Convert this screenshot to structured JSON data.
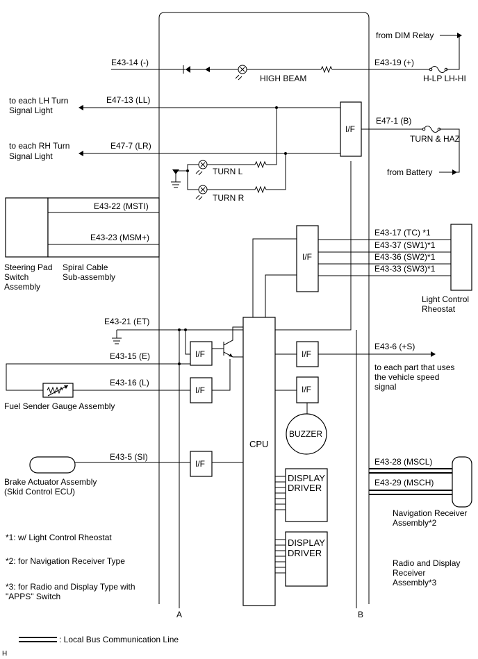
{
  "pins": {
    "e43_14": "E43-14 (-)",
    "e43_19": "E43-19 (+)",
    "e47_13": "E47-13 (LL)",
    "e47_7": "E47-7 (LR)",
    "e47_1": "E47-1 (B)",
    "e43_22": "E43-22 (MSTI)",
    "e43_23": "E43-23 (MSM+)",
    "e43_17": "E43-17 (TC) *1",
    "e43_37": "E43-37 (SW1)*1",
    "e43_36": "E43-36 (SW2)*1",
    "e43_33": "E43-33 (SW3)*1",
    "e43_21": "E43-21 (ET)",
    "e43_15": "E43-15 (E)",
    "e43_16": "E43-16 (L)",
    "e43_6": "E43-6 (+S)",
    "e43_5": "E43-5 (SI)",
    "e43_28": "E43-28 (MSCL)",
    "e43_29": "E43-29 (MSCH)"
  },
  "labels": {
    "from_dim_relay": "from DIM Relay",
    "h_lp_lh_hi": "H-LP LH-HI",
    "high_beam": "HIGH BEAM",
    "lh_turn_1": "to each LH Turn",
    "lh_turn_2": "Signal Light",
    "rh_turn_1": "to each RH Turn",
    "rh_turn_2": "Signal Light",
    "turn_haz": "TURN & HAZ",
    "from_battery": "from Battery",
    "turn_l": "TURN L",
    "turn_r": "TURN R",
    "if": "I/F",
    "cpu": "CPU",
    "buzzer": "BUZZER",
    "display_driver_1": "DISPLAY",
    "display_driver_2": "DRIVER",
    "steering_pad_1": "Steering Pad",
    "steering_pad_2": "Switch",
    "steering_pad_3": "Assembly",
    "spiral_cable_1": "Spiral Cable",
    "spiral_cable_2": "Sub-assembly",
    "light_control_1": "Light Control",
    "light_control_2": "Rheostat",
    "vehicle_speed_1": "to each part that uses",
    "vehicle_speed_2": "the vehicle speed",
    "vehicle_speed_3": "signal",
    "fuel_sender": "Fuel Sender Gauge Assembly",
    "brake_actuator_1": "Brake Actuator Assembly",
    "brake_actuator_2": "(Skid Control ECU)",
    "nav_receiver_1": "Navigation Receiver",
    "nav_receiver_2": "Assembly*2",
    "radio_display_1": "Radio and Display",
    "radio_display_2": "Receiver",
    "radio_display_3": "Assembly*3",
    "ground_a": "A",
    "ground_b": "B",
    "bottom_h": "H"
  },
  "notes": {
    "n1": "*1: w/ Light Control Rheostat",
    "n2": "*2: for Navigation Receiver Type",
    "n3a": "*3: for Radio and Display Type with",
    "n3b": "\"APPS\" Switch"
  },
  "legend": {
    "local_bus": ": Local Bus Communication Line"
  }
}
